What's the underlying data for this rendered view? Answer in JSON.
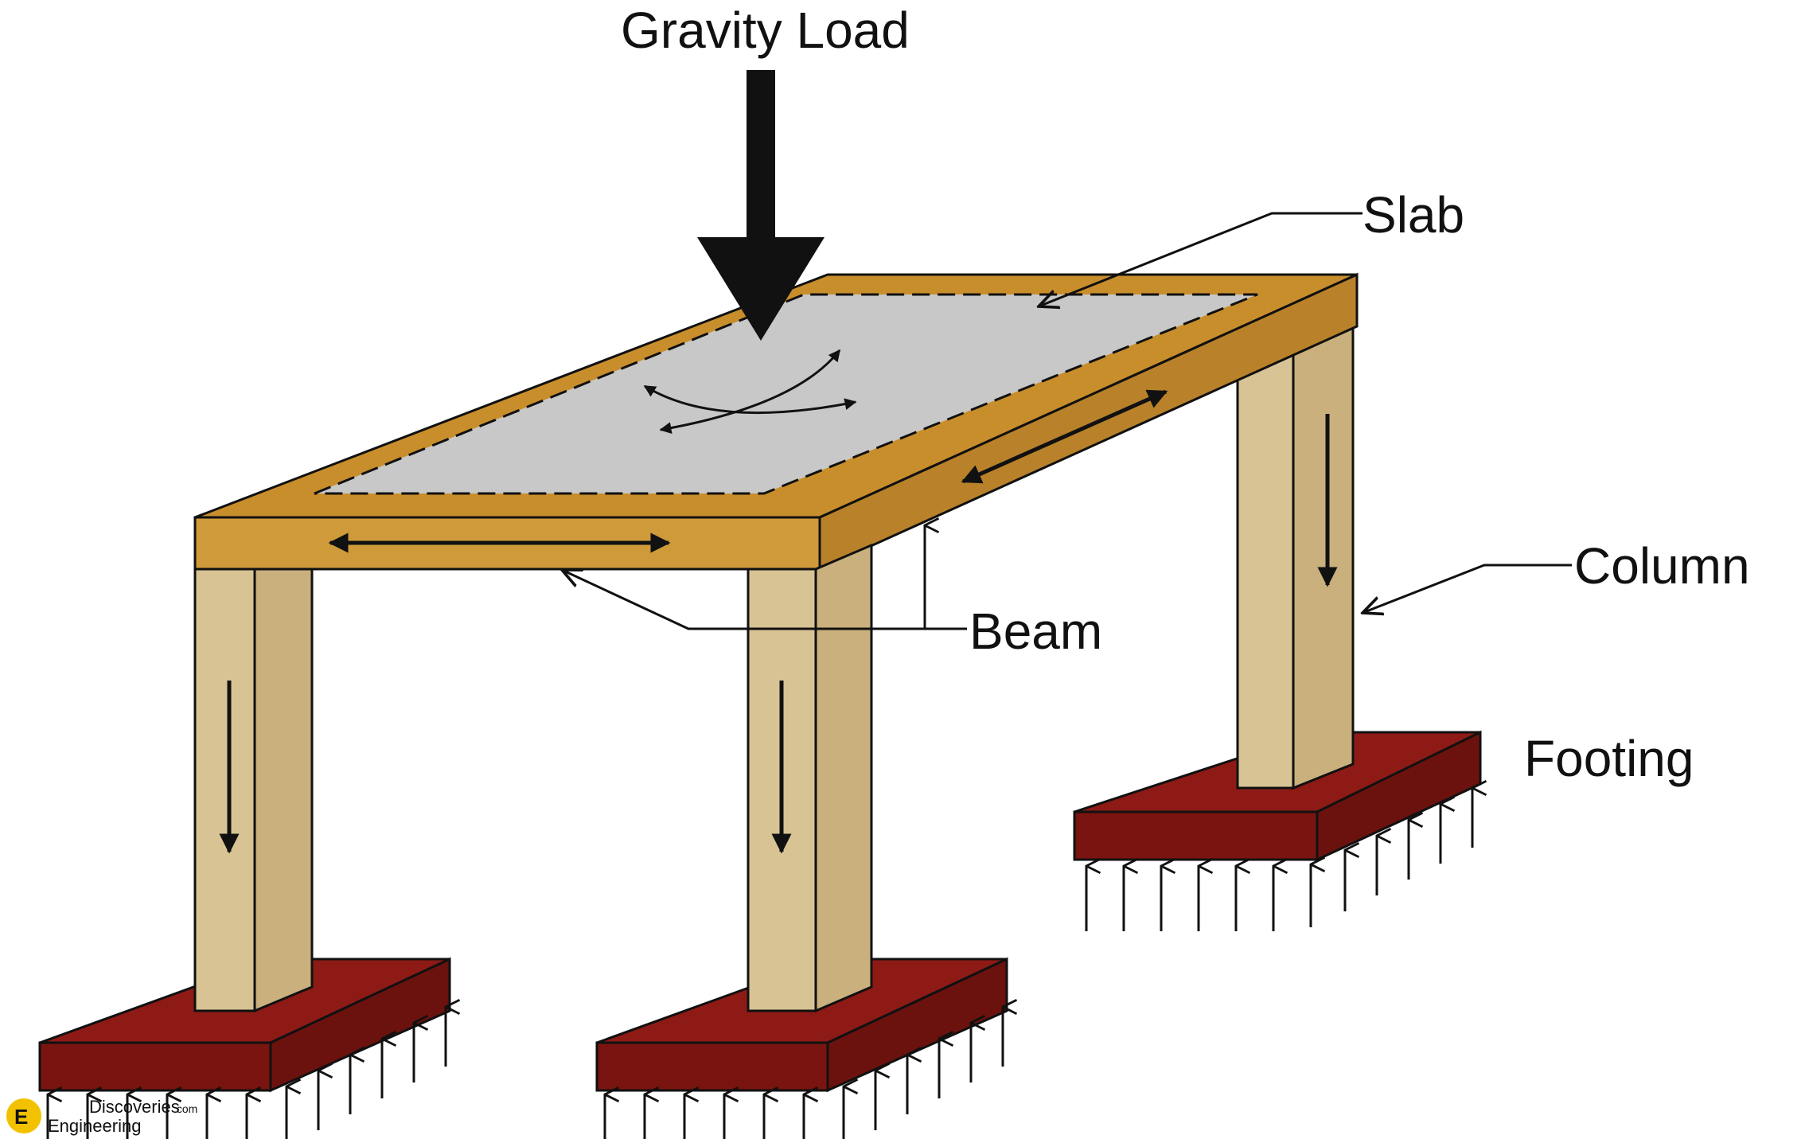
{
  "labels": {
    "gravity_load": "Gravity Load",
    "slab": "Slab",
    "column": "Column",
    "beam": "Beam",
    "footing": "Footing"
  },
  "watermark": {
    "line1": "Discoveries",
    "line2": "Engineering",
    "suffix": ".com"
  },
  "colors": {
    "slab": "#c8c8c8",
    "beam_top": "#c98e2c",
    "beam_front": "#cf9a3a",
    "column_light": "#d8c394",
    "column_dark": "#c9b07c",
    "footing_top": "#8e1a16",
    "footing_front": "#7a1410",
    "outline": "#111111",
    "watermark_logo": "#f2c200"
  }
}
